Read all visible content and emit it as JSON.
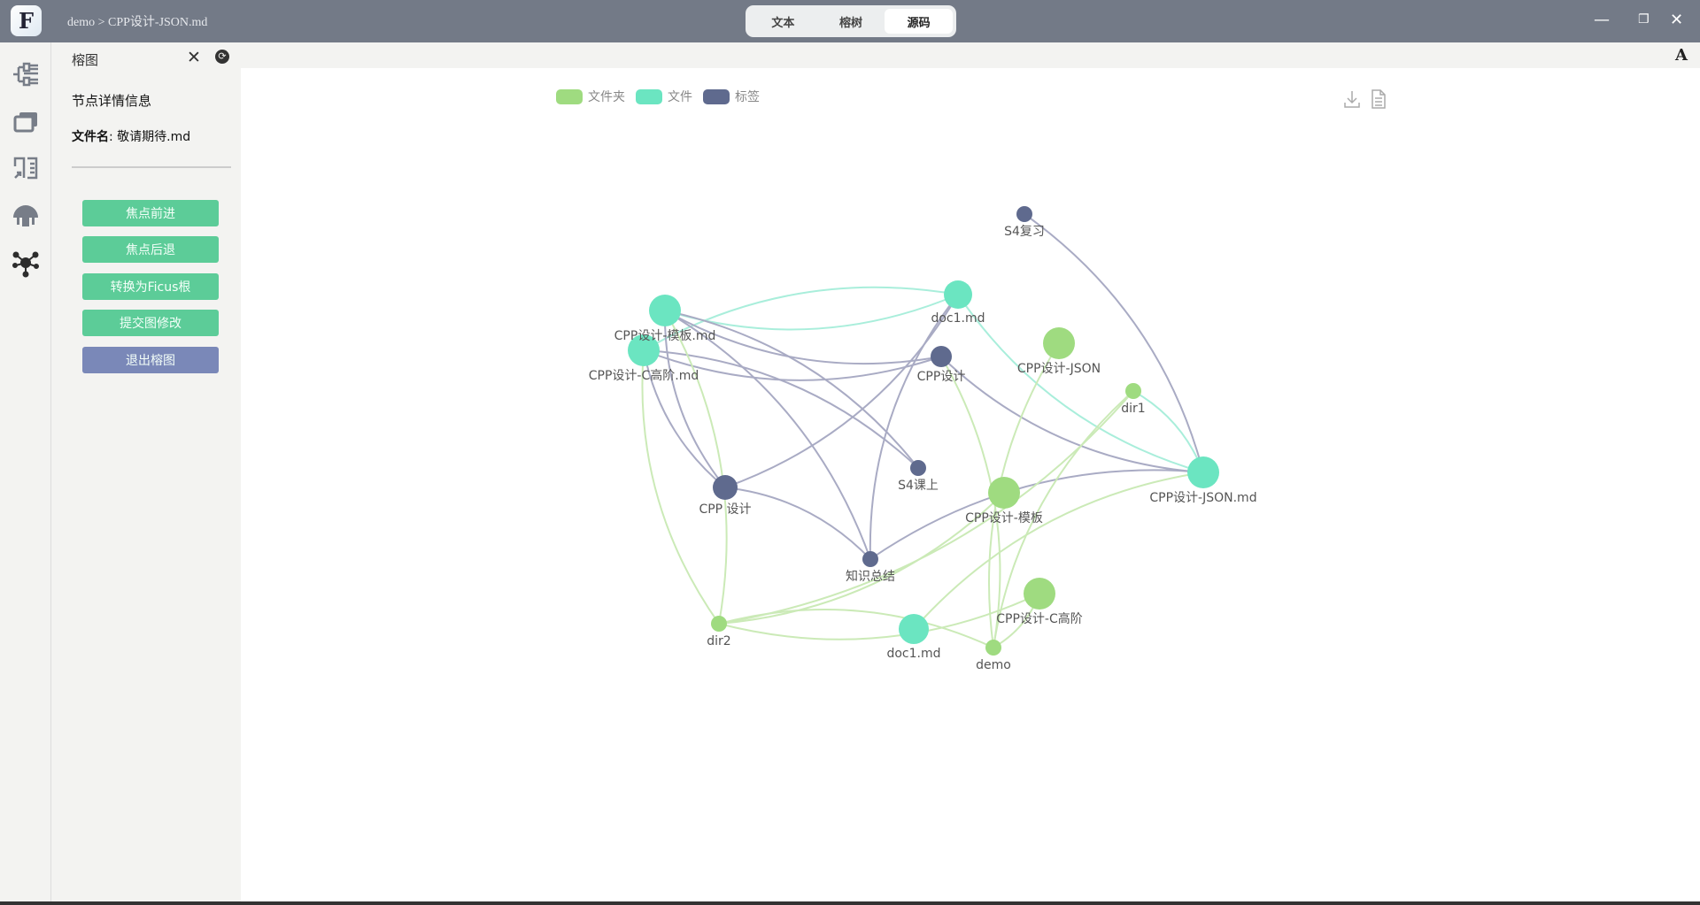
{
  "titlebar": {
    "breadcrumb": "demo > CPP设计-JSON.md",
    "logo": "F",
    "tabs": [
      "文本",
      "榕树",
      "源码"
    ],
    "active_tab": 2
  },
  "panel": {
    "title": "榕图",
    "details_title": "节点详情信息",
    "filename_label": "文件名",
    "filename_value": ": 敬请期待.md",
    "buttons": [
      "焦点前进",
      "焦点后退",
      "转换为Ficus根",
      "提交图修改",
      "退出榕图"
    ]
  },
  "toolbar": {
    "font_button": "A"
  },
  "legend": [
    {
      "label": "文件夹",
      "color": "#9fdb80"
    },
    {
      "label": "文件",
      "color": "#6be5c1"
    },
    {
      "label": "标签",
      "color": "#5f6a8e"
    }
  ],
  "graph": {
    "nodes": [
      {
        "label": "S4复习",
        "type": "tag"
      },
      {
        "label": "doc1.md",
        "type": "file"
      },
      {
        "label": "CPP设计-模板.md",
        "type": "file"
      },
      {
        "label": "CPP设计-C高阶.md",
        "type": "file"
      },
      {
        "label": "CPP设计",
        "type": "tag"
      },
      {
        "label": "CPP设计-JSON",
        "type": "folder"
      },
      {
        "label": "dir1",
        "type": "folder"
      },
      {
        "label": "CPP设计-JSON.md",
        "type": "file"
      },
      {
        "label": "S4课上",
        "type": "tag"
      },
      {
        "label": "CPP 设计",
        "type": "tag"
      },
      {
        "label": "CPP设计-模板",
        "type": "folder"
      },
      {
        "label": "知识总结",
        "type": "tag"
      },
      {
        "label": "CPP设计-C高阶",
        "type": "folder"
      },
      {
        "label": "dir2",
        "type": "folder"
      },
      {
        "label": "doc1.md",
        "type": "file"
      },
      {
        "label": "demo",
        "type": "folder"
      }
    ],
    "edges": [
      [
        0,
        7,
        "tag"
      ],
      [
        2,
        1,
        "file"
      ],
      [
        3,
        1,
        "file"
      ],
      [
        1,
        7,
        "file"
      ],
      [
        7,
        4,
        "tag"
      ],
      [
        7,
        11,
        "tag"
      ],
      [
        6,
        7,
        "file"
      ],
      [
        2,
        4,
        "tag"
      ],
      [
        2,
        8,
        "tag"
      ],
      [
        2,
        9,
        "tag"
      ],
      [
        2,
        11,
        "tag"
      ],
      [
        3,
        4,
        "tag"
      ],
      [
        3,
        8,
        "tag"
      ],
      [
        3,
        9,
        "tag"
      ],
      [
        1,
        9,
        "tag"
      ],
      [
        1,
        11,
        "tag"
      ],
      [
        9,
        11,
        "tag"
      ],
      [
        13,
        2,
        "folder"
      ],
      [
        13,
        3,
        "folder"
      ],
      [
        13,
        10,
        "folder"
      ],
      [
        13,
        15,
        "folder"
      ],
      [
        13,
        12,
        "folder"
      ],
      [
        15,
        5,
        "folder"
      ],
      [
        15,
        4,
        "folder"
      ],
      [
        15,
        6,
        "folder"
      ],
      [
        15,
        12,
        "folder"
      ],
      [
        14,
        7,
        "folder"
      ],
      [
        13,
        6,
        "folder"
      ]
    ]
  }
}
